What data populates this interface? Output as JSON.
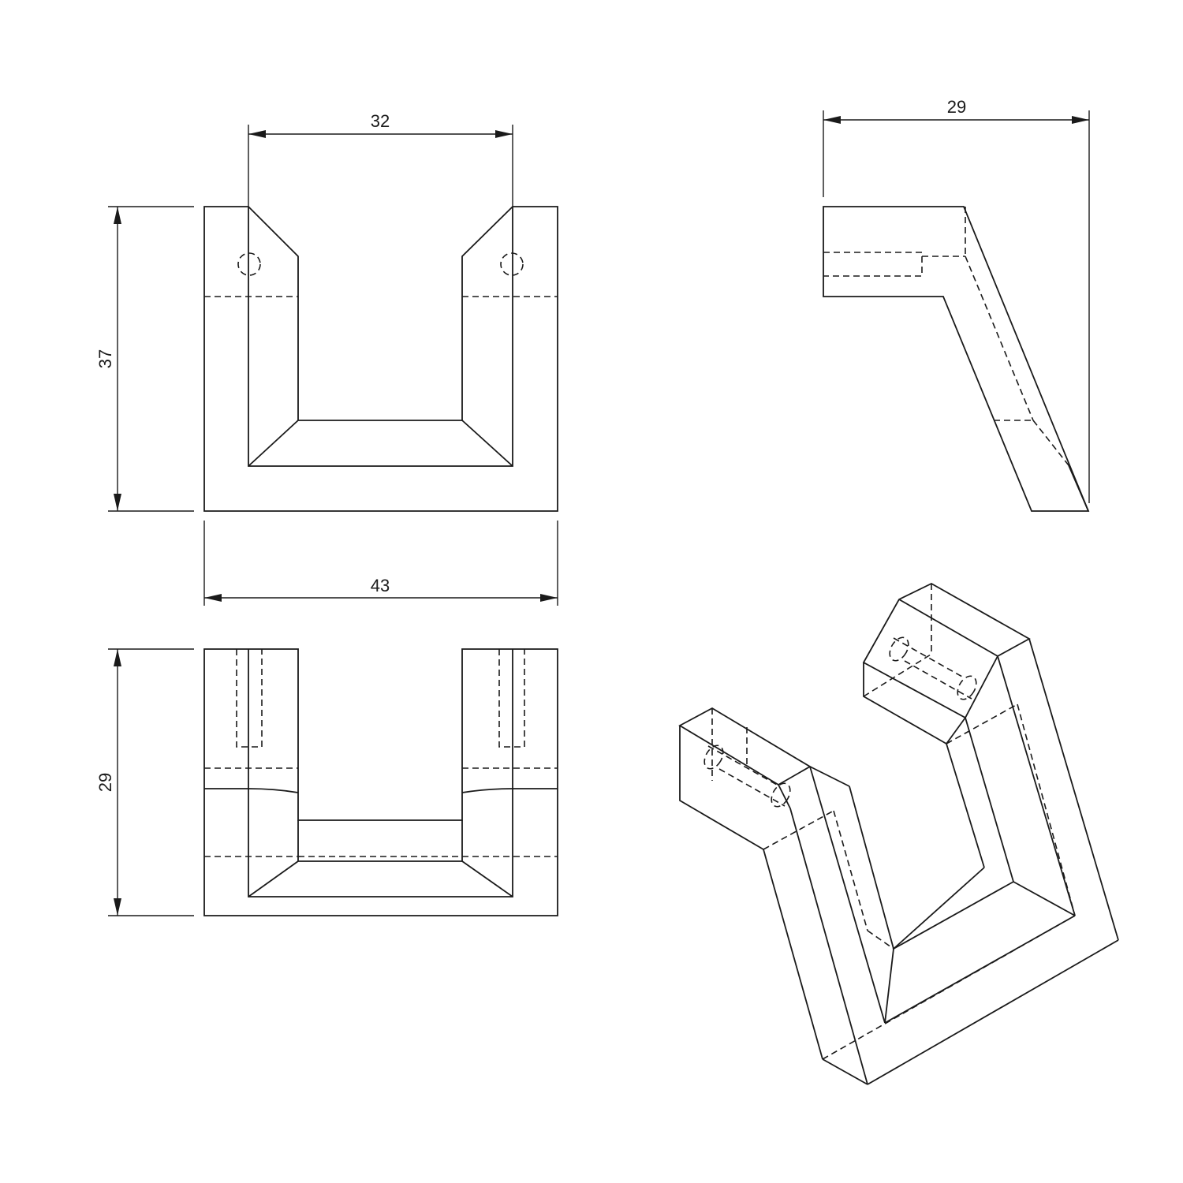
{
  "dimensions": {
    "front_inner_width": "32",
    "front_height": "37",
    "overall_width": "43",
    "side_depth": "29",
    "top_depth": "29"
  },
  "colors": {
    "line": "#1a1a1a",
    "background": "#ffffff"
  }
}
